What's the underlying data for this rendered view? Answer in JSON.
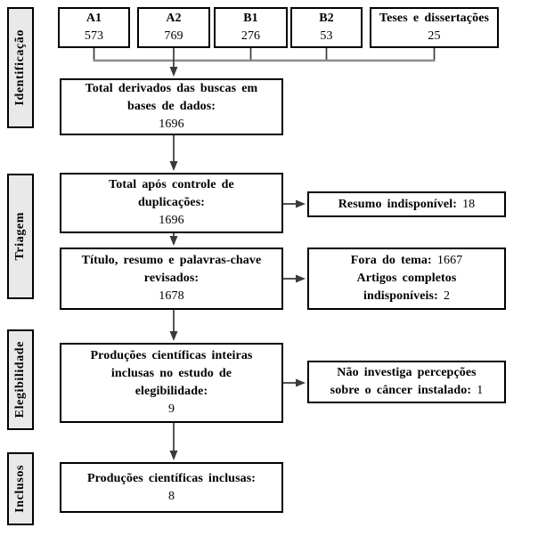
{
  "palette": {
    "background": "#ffffff",
    "box_border": "#000000",
    "box_fill": "#ffffff",
    "sidebar_fill": "#e9e9e9",
    "text_color": "#000000",
    "connector_color": "#3a3a3a",
    "gather_line_color": "#8c8c8c"
  },
  "sidebar": {
    "identificacao": "Identificação",
    "triagem": "Triagem",
    "elegibilidade": "Elegibilidade",
    "inclusos": "Inclusos"
  },
  "sources": {
    "a1": {
      "label": "A1",
      "value": "573"
    },
    "a2": {
      "label": "A2",
      "value": "769"
    },
    "b1": {
      "label": "B1",
      "value": "276"
    },
    "b2": {
      "label": "B2",
      "value": "53"
    },
    "teses": {
      "label": "Teses e dissertações",
      "value": "25"
    }
  },
  "flow": {
    "total_derived": {
      "line1": "Total derivados das buscas em",
      "line2": "bases de dados:",
      "value": "1696"
    },
    "after_dedup": {
      "line1": "Total após controle de",
      "line2": "duplicações:",
      "value": "1696"
    },
    "screened": {
      "line1": "Título, resumo e palavras-chave",
      "line2": "revisados:",
      "value": "1678"
    },
    "eligibility": {
      "line1": "Produções científicas inteiras",
      "line2": "inclusas no estudo de",
      "line3": "elegibilidade:",
      "value": "9"
    },
    "included": {
      "line1": "Produções científicas inclusas:",
      "value": "8"
    }
  },
  "exclusions": {
    "no_abstract": {
      "label": "Resumo indisponível: ",
      "value": "18"
    },
    "off_topic": {
      "line1_label": "Fora do tema: ",
      "line1_value": "1667",
      "line2": "Artigos completos",
      "line3_label": "indisponíveis: ",
      "line3_value": "2"
    },
    "not_perception": {
      "line1": "Não investiga percepções",
      "line2_label": "sobre o câncer instalado: ",
      "line2_value": "1"
    }
  }
}
